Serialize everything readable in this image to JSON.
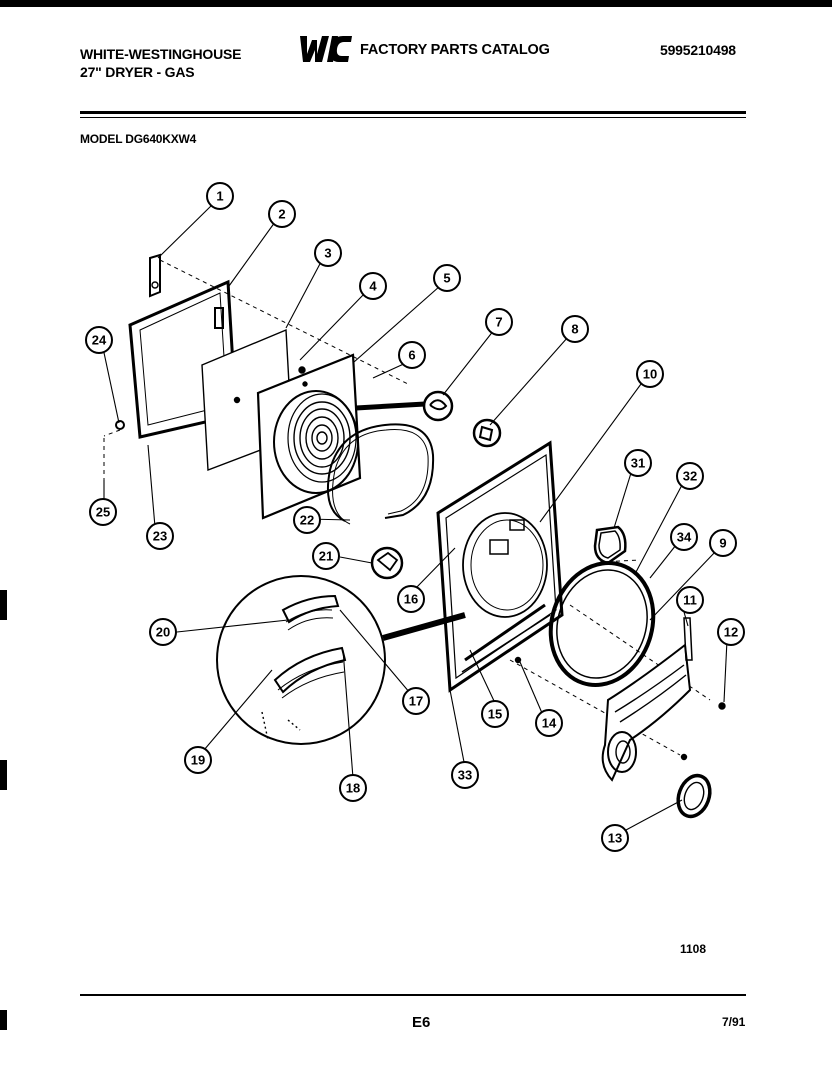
{
  "header": {
    "brand_line1": "WHITE-WESTINGHOUSE",
    "brand_line2": "27\" DRYER - GAS",
    "logo_text": "WCI",
    "catalog_title": "FACTORY PARTS CATALOG",
    "part_number": "5995210498"
  },
  "model": {
    "label": "MODEL DG640KXW4"
  },
  "diagram": {
    "callouts": [
      "1",
      "2",
      "3",
      "4",
      "5",
      "6",
      "7",
      "8",
      "10",
      "24",
      "31",
      "32",
      "34",
      "9",
      "11",
      "12",
      "25",
      "23",
      "22",
      "21",
      "16",
      "20",
      "17",
      "15",
      "14",
      "19",
      "33",
      "18",
      "13"
    ]
  },
  "footer": {
    "code": "1108",
    "page": "E6",
    "date": "7/91"
  }
}
